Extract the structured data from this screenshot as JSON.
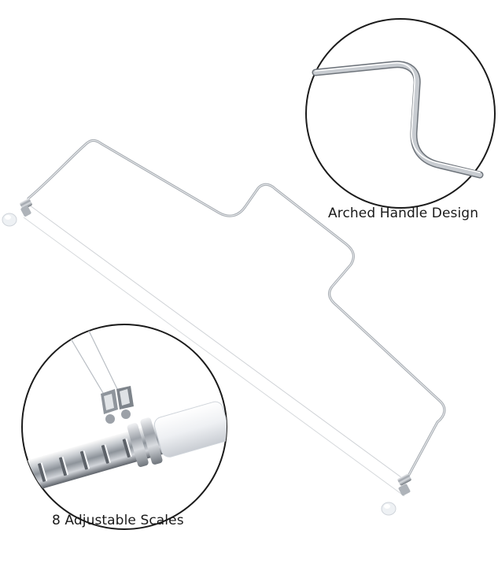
{
  "product": {
    "subject": "cake-leveler-wire-cutter",
    "metal_color": "#b8bcc2",
    "wire_color": "#d8dadd",
    "foot_color": "#e9ecef"
  },
  "callouts": {
    "handle": {
      "label": "Arched Handle Design"
    },
    "scales": {
      "label": "8 Adjustable Scales"
    }
  }
}
